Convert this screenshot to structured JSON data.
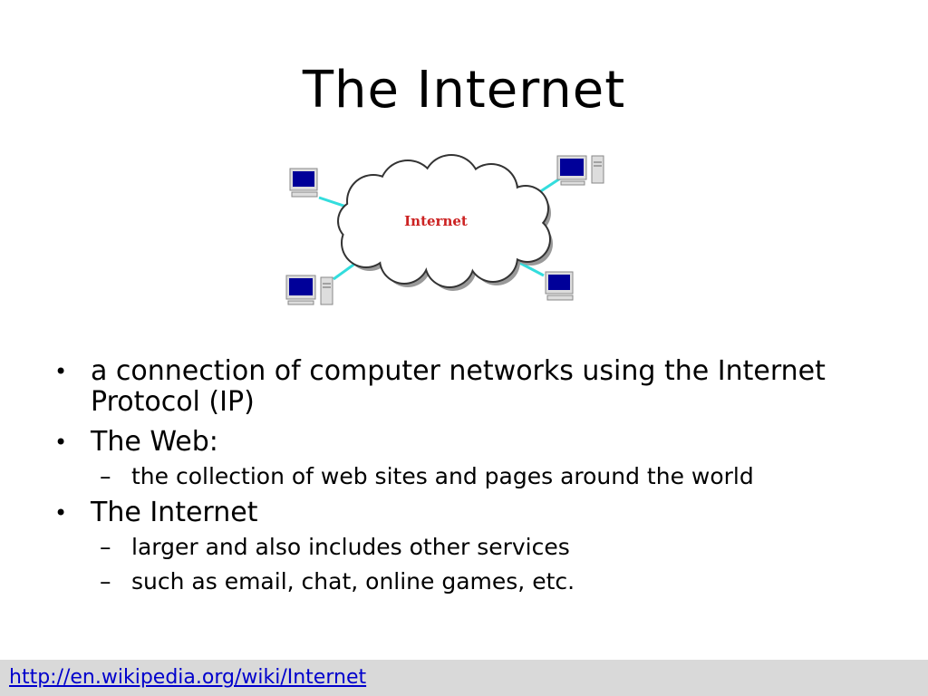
{
  "slide": {
    "title": "The Internet",
    "diagram": {
      "cloud_label": "Internet",
      "cloud_label_color": "#cc2222",
      "link_color": "#33dddd",
      "screen_color": "#000099"
    },
    "bullets": [
      {
        "text": "a connection of computer networks using the Internet Protocol (IP)",
        "sub": []
      },
      {
        "text": "The Web:",
        "sub": [
          "the collection of web sites and pages around the world"
        ]
      },
      {
        "text": "The Internet",
        "sub": [
          "larger and also includes other services",
          "such as email, chat, online games, etc."
        ]
      }
    ],
    "bullet_glyph": "•",
    "sub_glyph": "–"
  },
  "footer": {
    "link_text": "http://en.wikipedia.org/wiki/Internet",
    "background": "#d9d9d9",
    "link_color": "#0000cc"
  }
}
